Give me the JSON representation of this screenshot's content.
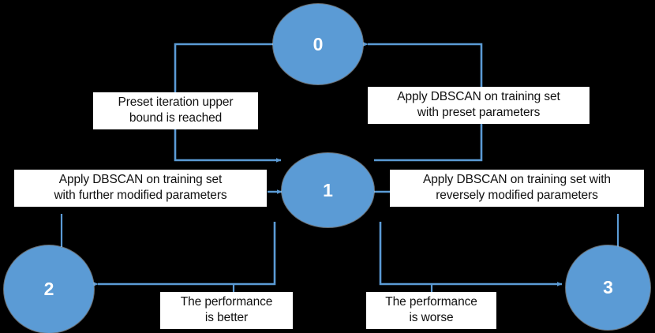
{
  "diagram": {
    "title": "DBSCAN parameter tuning state diagram",
    "background_color": "#000000",
    "node_fill_color": "#5B9BD5",
    "edge_color": "#5B9BD5",
    "label_background_color": "#FFFFFF",
    "label_text_color": "#101010",
    "node_text_color": "#FFFFFF"
  },
  "nodes": [
    {
      "id": "0",
      "label": "0"
    },
    {
      "id": "1",
      "label": "1"
    },
    {
      "id": "2",
      "label": "2"
    },
    {
      "id": "3",
      "label": "3"
    }
  ],
  "edge_labels": [
    {
      "id": "preset-iteration-upper-bound",
      "from": "0",
      "to": "1",
      "line1": "Preset iteration upper",
      "line2": "bound is reached"
    },
    {
      "id": "apply-dbscan-preset-parameters",
      "from": "1",
      "to": "0",
      "line1": "Apply DBSCAN on training set",
      "line2": "with preset parameters"
    },
    {
      "id": "apply-dbscan-further-modified-parameters",
      "from": "2",
      "to": "1",
      "line1": "Apply DBSCAN on training set",
      "line2": "with further modified parameters"
    },
    {
      "id": "apply-dbscan-reversely-modified-parameters",
      "from": "3",
      "to": "1",
      "line1": "Apply DBSCAN on training set with",
      "line2": "reversely modified parameters"
    },
    {
      "id": "performance-is-better",
      "from": "1",
      "to": "2",
      "line1": "The performance",
      "line2": "is better"
    },
    {
      "id": "performance-is-worse",
      "from": "1",
      "to": "3",
      "line1": "The performance",
      "line2": "is worse"
    }
  ]
}
